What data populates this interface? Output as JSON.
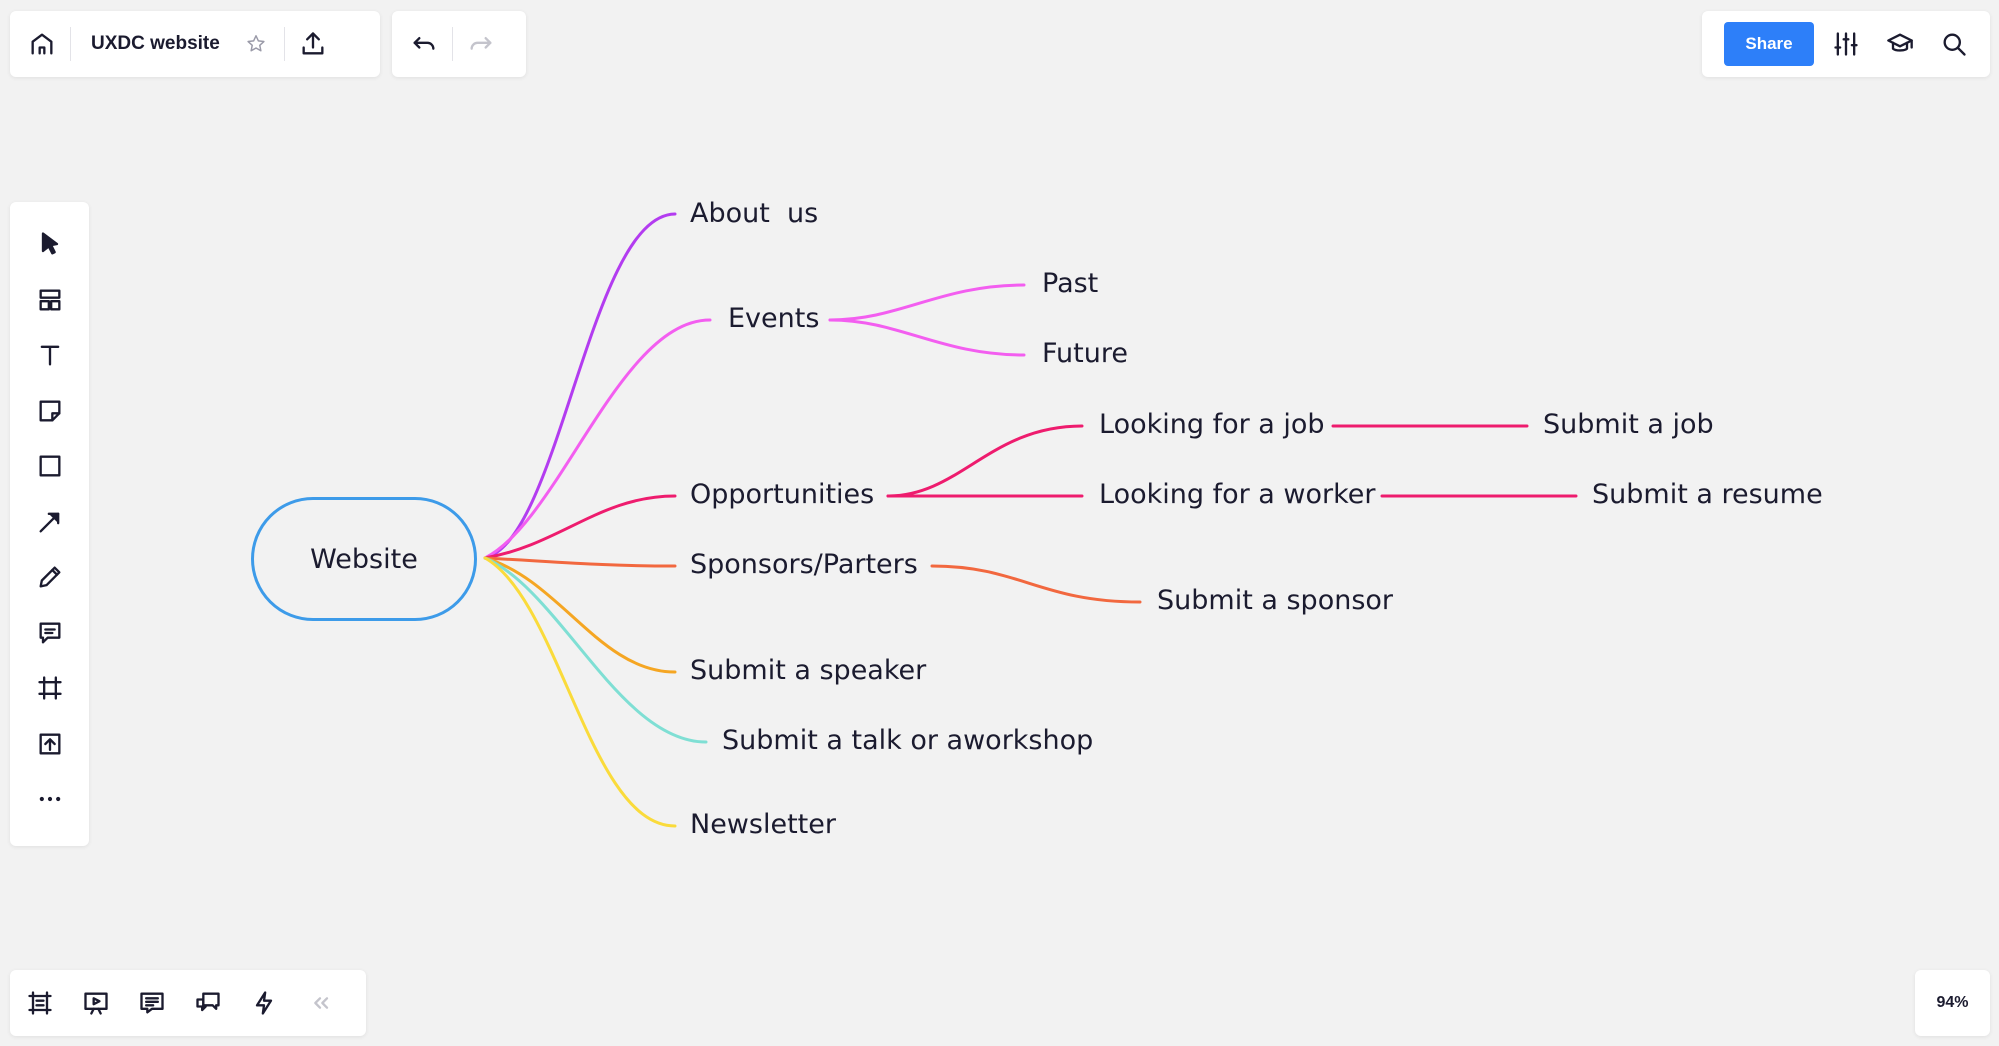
{
  "header": {
    "board_title": "UXDC website",
    "share_label": "Share"
  },
  "zoom": {
    "level": "94%"
  },
  "mindmap": {
    "root": "Website",
    "nodes": {
      "about_us": "About  us",
      "events": "Events",
      "past": "Past",
      "future": "Future",
      "opportunities": "Opportunities",
      "looking_job": "Looking for a job",
      "submit_job": "Submit a job",
      "looking_worker": "Looking for a worker",
      "submit_resume": "Submit a resume",
      "sponsors": "Sponsors/Parters",
      "submit_sponsor": "Submit a sponsor",
      "submit_speaker": "Submit a speaker",
      "submit_talk": "Submit a talk or aworkshop",
      "newsletter": "Newsletter"
    },
    "colors": {
      "root_border": "#3d9be9",
      "about_us": "#b33cf0",
      "events": "#f35ef0",
      "opportunities": "#ee1c6e",
      "sponsors": "#f2683f",
      "submit_speaker": "#f5a623",
      "submit_talk": "#7fdfd4",
      "newsletter": "#fadb3b"
    }
  },
  "icons": {
    "top_left": [
      "home-icon",
      "star-icon",
      "upload-icon"
    ],
    "undo_redo": [
      "undo-icon",
      "redo-icon"
    ],
    "top_right": [
      "settings-sliders-icon",
      "learning-cap-icon",
      "search-icon"
    ],
    "left_toolbar": [
      "select-cursor-icon",
      "templates-icon",
      "text-icon",
      "sticky-note-icon",
      "shape-icon",
      "arrow-icon",
      "pen-icon",
      "comment-icon",
      "frame-icon",
      "upload-file-icon",
      "more-icon"
    ],
    "bottom_left": [
      "frames-icon",
      "presentation-icon",
      "comments-list-icon",
      "chat-icon",
      "lightning-icon",
      "collapse-icon"
    ]
  }
}
